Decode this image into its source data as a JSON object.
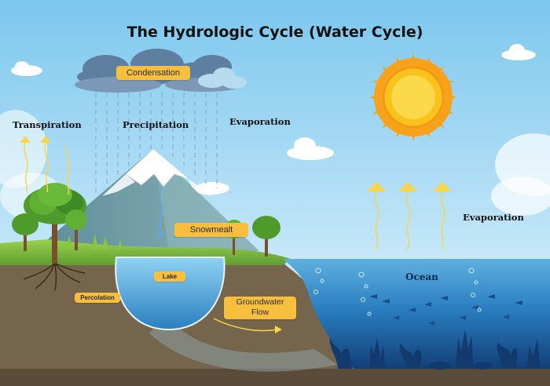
{
  "title": "The Hydrologic Cycle (Water Cycle)",
  "labels": {
    "condensation": "Condensation",
    "transpiration": "Transpiration",
    "precipitation": "Precipitation",
    "evaporation_top": "Evaporation",
    "evaporation_right": "Evaporation",
    "snowmelt": "Snowmealt",
    "lake": "Lake",
    "percolation": "Percolation",
    "groundwater_flow": "Groundwater\nFlow",
    "ocean": "Ocean"
  },
  "colors": {
    "sky_top": "#7cc7ee",
    "sky_bottom": "#e9f6fd",
    "callout": "#f7bf3d",
    "sun": "#f9c21c",
    "ocean": "#1f6fb0",
    "soil": "#6b5b45",
    "grass": "#7fbf3f",
    "arrow_yellow": "#f6d64a"
  },
  "icons": [
    "sun-icon",
    "cloud-icon",
    "tree-icon",
    "mountain-icon",
    "fish-icon",
    "coral-icon",
    "arrow-up-icon"
  ]
}
